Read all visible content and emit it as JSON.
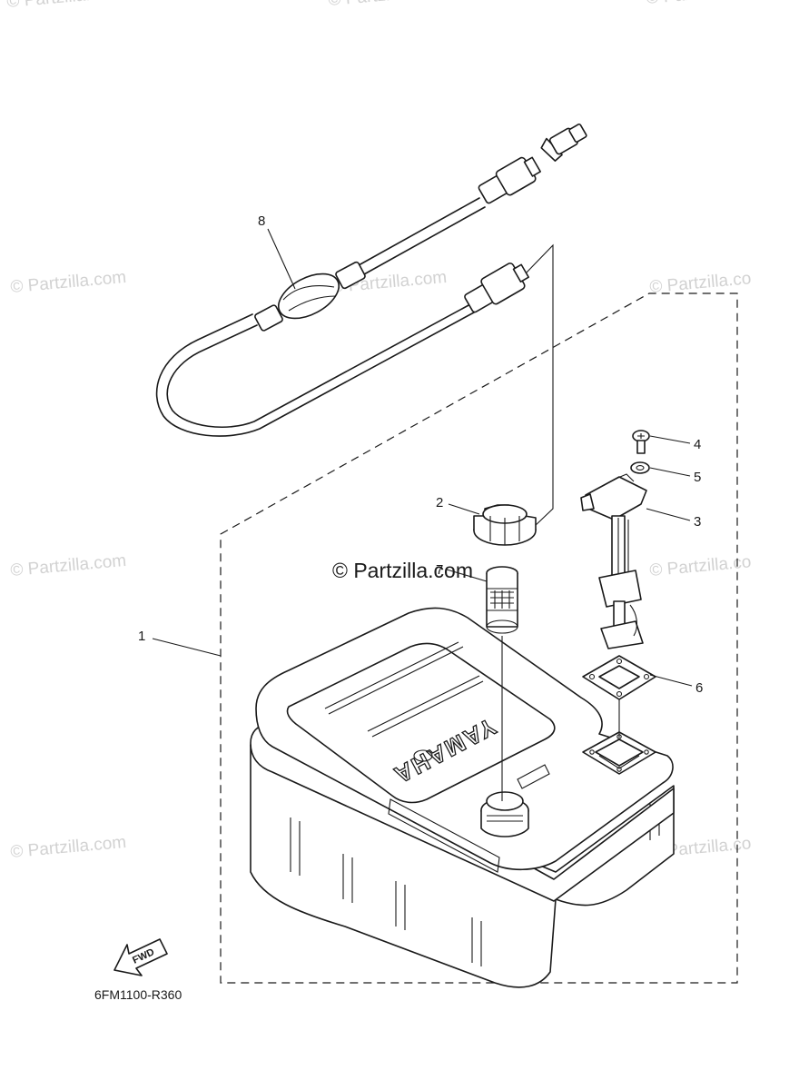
{
  "watermark": {
    "text": "© Partzilla.com",
    "text_partial": "© Partzilla.co",
    "color": "#d2d2d2"
  },
  "copyright": "© Partzilla.com",
  "diagram_code": "6FM1100-R360",
  "brand_text": "YAMAHA",
  "fwd_label": "FWD",
  "callouts": {
    "c1": "1",
    "c2": "2",
    "c3": "3",
    "c4": "4",
    "c5": "5",
    "c6": "6",
    "c7": "7",
    "c8": "8"
  },
  "colors": {
    "line": "#1a1a1a",
    "background": "#ffffff"
  }
}
